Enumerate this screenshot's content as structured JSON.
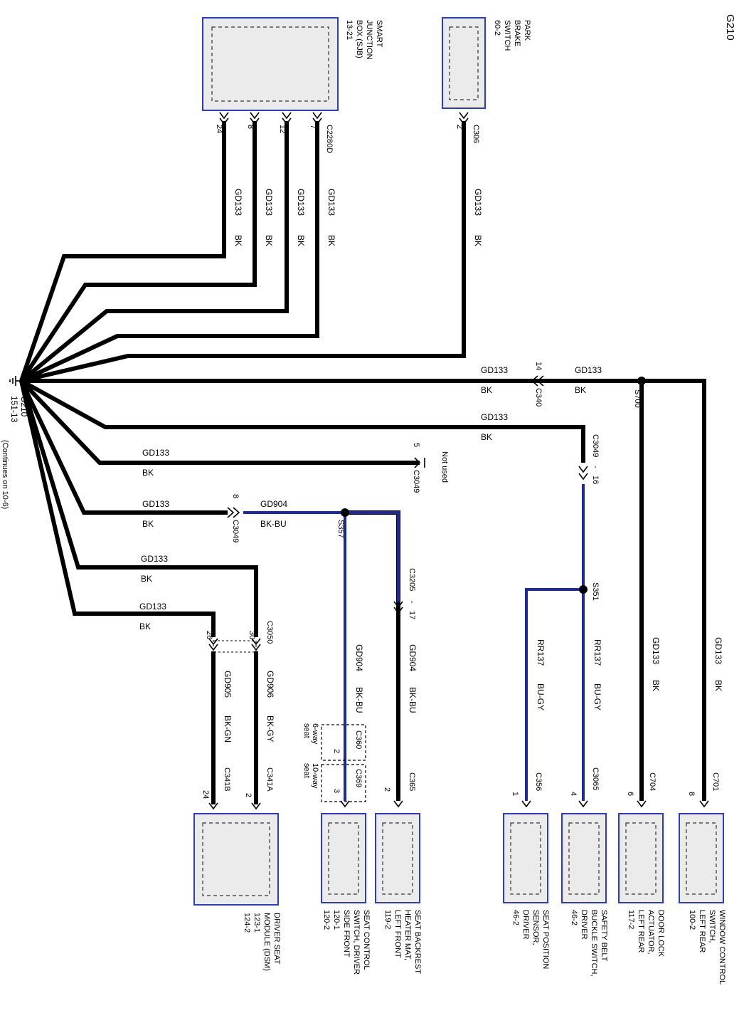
{
  "ground": {
    "id": "G210",
    "ref": "151-13",
    "note": "(Continues on 10-6)"
  },
  "components": {
    "sjb": {
      "lines": [
        "SMART",
        "JUNCTION",
        "BOX (SJB)",
        "13-21"
      ],
      "connector": "C2280D"
    },
    "park_brake": {
      "lines": [
        "PARK",
        "BRAKE",
        "SWITCH",
        "60-2"
      ],
      "connector": "C306"
    },
    "window_ctrl": {
      "lines": [
        "WINDOW CONTROL",
        "SWITCH,",
        "LEFT REAR",
        "100-2"
      ],
      "connector": "C701",
      "pin": "8"
    },
    "door_lock": {
      "lines": [
        "DOOR LOCK",
        "ACTUATOR,",
        "LEFT REAR",
        "117-2"
      ],
      "connector": "C704",
      "pin": "6"
    },
    "belt_buckle": {
      "lines": [
        "SAFETY BELT",
        "BUCKLE SWITCH,",
        "DRIVER",
        "46-2"
      ],
      "connector": "C3065",
      "pin": "4"
    },
    "seat_pos": {
      "lines": [
        "SEAT POSITION",
        "SENSOR,",
        "DRIVER",
        "46-2"
      ],
      "connector": "C356",
      "pin": "1"
    },
    "backrest_heater": {
      "lines": [
        "SEAT BACKREST",
        "HEATER MAT,",
        "LEFT FRONT",
        "119-2"
      ],
      "connector": "C365",
      "pin": "2"
    },
    "seat_ctrl": {
      "lines": [
        "SEAT CONTROL",
        "SWITCH, DRIVER",
        "SIDE FRONT",
        "120-1",
        "120-2"
      ]
    },
    "dsm": {
      "lines": [
        "DRIVER SEAT",
        "MODULE (DSM)",
        "123-1",
        "124-2"
      ]
    }
  },
  "wires": {
    "gd133": "GD133",
    "bk": "BK",
    "gd904": "GD904",
    "bk_bu": "BK-BU",
    "rr137": "RR137",
    "bu_gy": "BU-GY",
    "gd905": "GD905",
    "bk_gn": "BK-GN",
    "gd906": "GD906",
    "bk_gy": "BK-GY"
  },
  "splices": {
    "s700": "S700",
    "s351": "S351",
    "s357": "S357"
  },
  "connectors": {
    "c340": "C340",
    "c340_pin": "14",
    "c3049": "C3049",
    "c3049_pin16": "16",
    "c3049_pin5": "5",
    "c3049_pin8": "8",
    "c3205": "C3205",
    "c3205_pin": "17",
    "c3050": "C3050",
    "c3050_pin30": "30",
    "c3050_pin26": "26",
    "c341a": "C341A",
    "c341a_pin": "2",
    "c341b": "C341B",
    "c341b_pin": "24",
    "c360": "C360",
    "c360_pin": "2",
    "c369": "C369",
    "c369_pin": "3",
    "sjb_pins": [
      "24",
      "8",
      "12",
      "7"
    ],
    "c306_pin": "2",
    "dash": "-"
  },
  "notes": {
    "not_used": "Not used",
    "six_way": [
      "6-way",
      "seat"
    ],
    "ten_way": [
      "10-way",
      "seat"
    ]
  },
  "colors": {
    "black_wire": "#000000",
    "blue_wire": "#1c2a9a",
    "box_fill": "#ebebeb",
    "box_border": "#2a3cc8"
  }
}
